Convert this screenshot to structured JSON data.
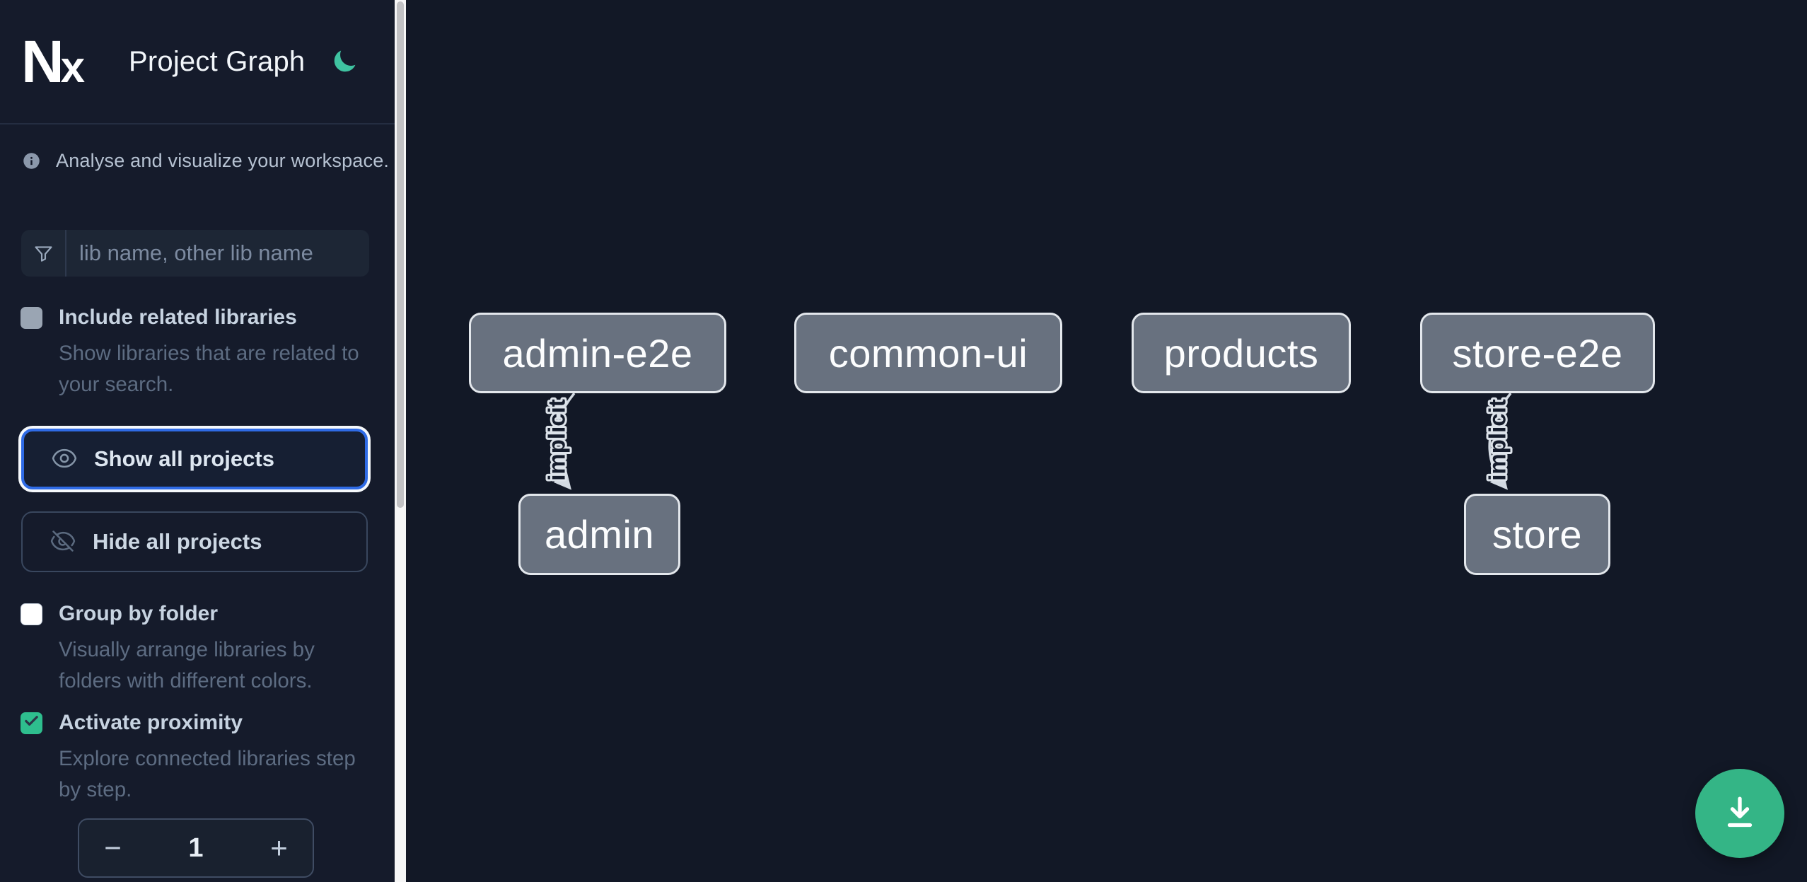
{
  "app": {
    "logo_n": "N",
    "logo_x": "x",
    "title": "Project Graph"
  },
  "sidebar": {
    "tagline": "Analyse and visualize your workspace.",
    "search": {
      "placeholder": "lib name, other lib name"
    },
    "toggles": [
      {
        "label": "Include related libraries",
        "description": "Show libraries that are related to your search.",
        "checked": false
      },
      {
        "label": "Group by folder",
        "description": "Visually arrange libraries by folders with different colors.",
        "checked": false
      },
      {
        "label": "Activate proximity",
        "description": "Explore connected libraries step by step.",
        "checked": true
      }
    ],
    "actions": {
      "show_all": "Show all projects",
      "hide_all": "Hide all projects"
    },
    "proximity_stepper": {
      "decrease": "−",
      "value": "1",
      "increase": "+"
    }
  },
  "graph": {
    "nodes": [
      {
        "label": "admin-e2e"
      },
      {
        "label": "common-ui"
      },
      {
        "label": "products"
      },
      {
        "label": "store-e2e"
      },
      {
        "label": "admin"
      },
      {
        "label": "store"
      }
    ],
    "edges": [
      {
        "source": "admin-e2e",
        "target": "admin",
        "label": "implicit"
      },
      {
        "source": "store-e2e",
        "target": "store",
        "label": "implicit"
      }
    ]
  },
  "colors": {
    "sidebar_bg": "#151b2b",
    "canvas_bg": "#121826",
    "accent_green": "#34b586",
    "moon_green": "#3fc3a1",
    "focus_blue": "#2f6be6",
    "checkbox_checked": "#2ebe8e",
    "node_fill": "#68717f",
    "node_border": "#e3e7ec"
  }
}
